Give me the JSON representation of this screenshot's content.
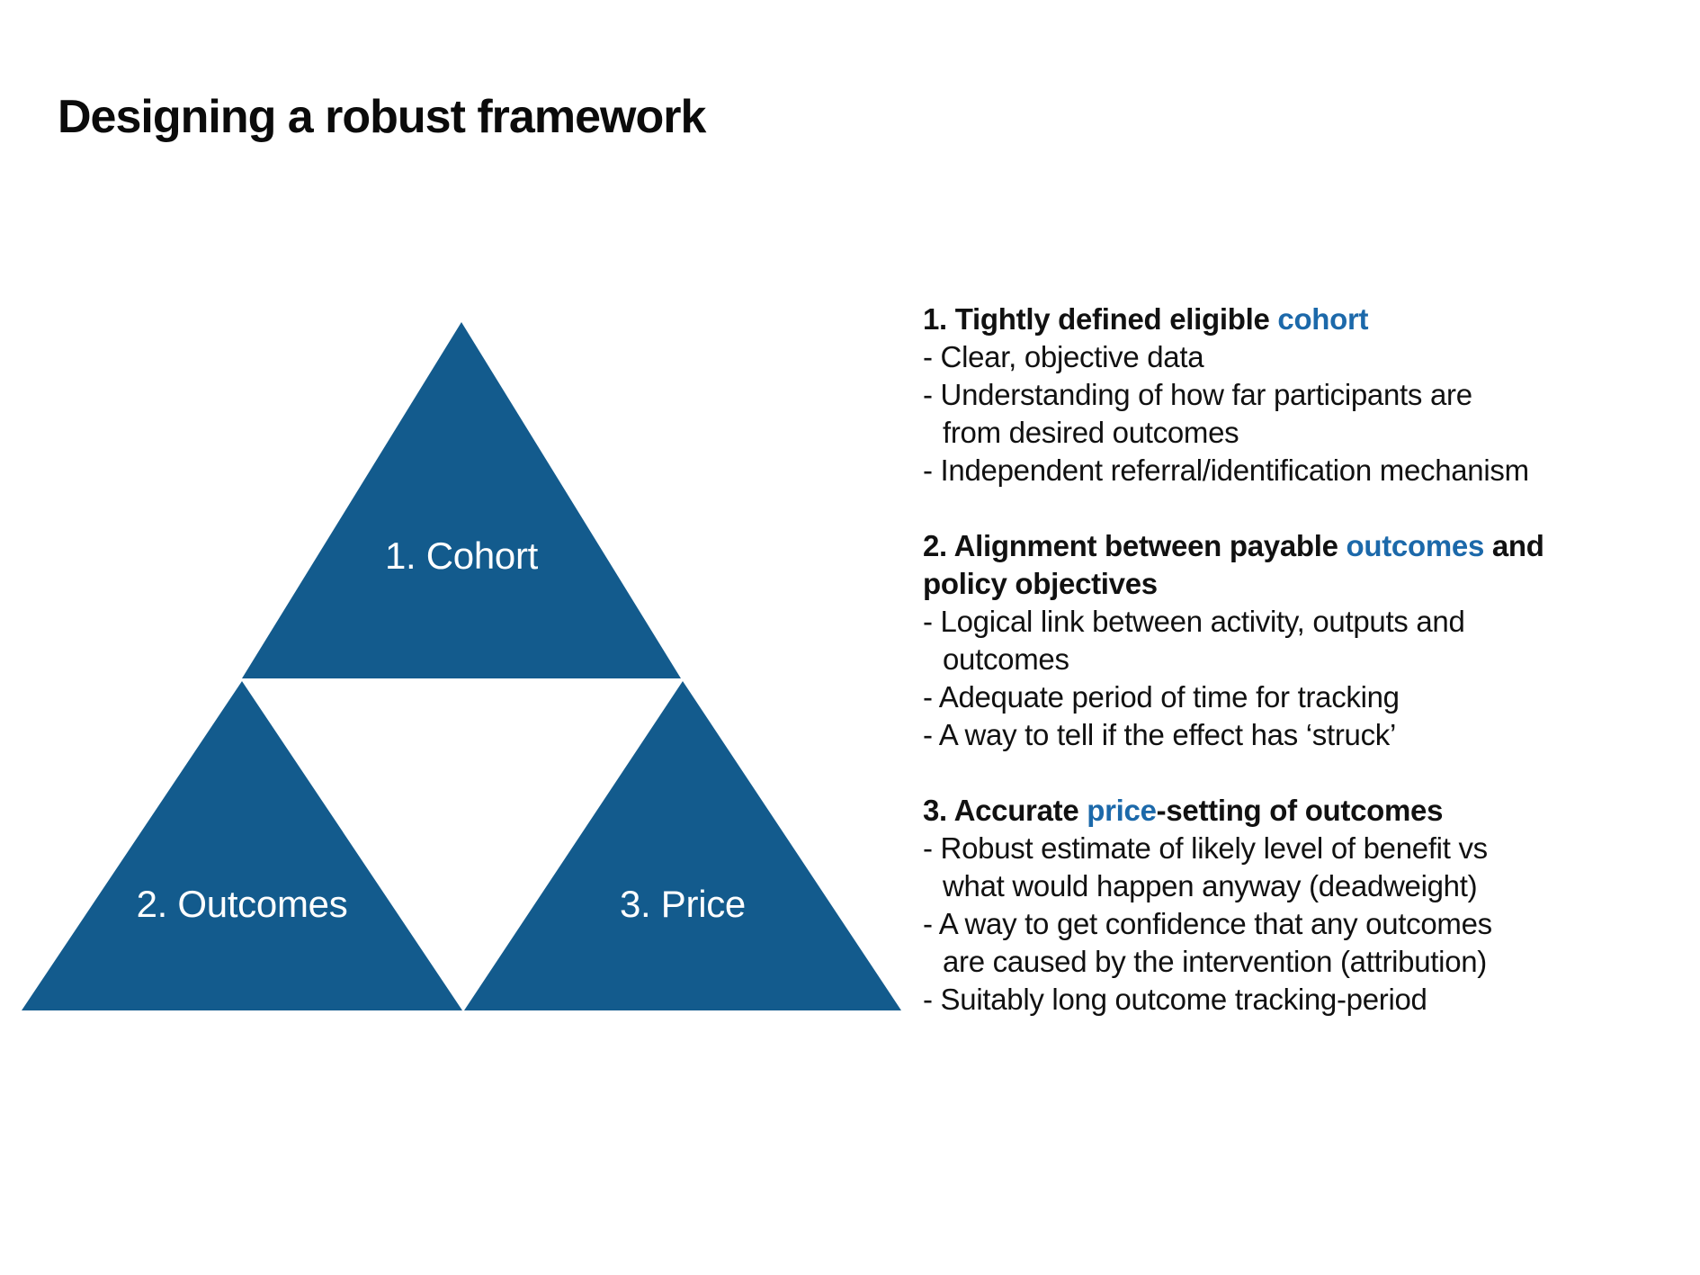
{
  "title": "Designing a robust framework",
  "colors": {
    "triangle_blue": "#135b8d",
    "accent_blue": "#1c69aa",
    "text": "#111111",
    "background": "#ffffff"
  },
  "triangle": {
    "labels": {
      "top": "1. Cohort",
      "bottom_left": "2. Outcomes",
      "bottom_right": "3. Price"
    }
  },
  "right": {
    "sections": [
      {
        "heading": [
          [
            {
              "t": "1. Tightly defined eligible "
            },
            {
              "t": "cohort",
              "accent": true
            }
          ]
        ],
        "bullets": [
          "- Clear, objective data",
          "- Understanding of how far participants are",
          "from desired outcomes",
          "- Independent referral/identification mechanism"
        ]
      },
      {
        "heading": [
          [
            {
              "t": "2. Alignment between payable "
            },
            {
              "t": "outcomes",
              "accent": true
            },
            {
              "t": " and"
            }
          ],
          [
            {
              "t": "policy objectives"
            }
          ]
        ],
        "bullets": [
          "- Logical link between activity, outputs and",
          "outcomes",
          "- Adequate period of time for tracking",
          "- A way to tell if the effect has ‘struck’"
        ]
      },
      {
        "heading": [
          [
            {
              "t": "3. Accurate "
            },
            {
              "t": "price",
              "accent": true
            },
            {
              "t": "-setting of outcomes"
            }
          ]
        ],
        "bullets": [
          "- Robust estimate of likely level of benefit vs",
          "what would happen anyway (deadweight)",
          "- A way to get confidence that any outcomes",
          "are caused by the intervention (attribution)",
          "- Suitably long outcome tracking-period"
        ]
      }
    ]
  }
}
